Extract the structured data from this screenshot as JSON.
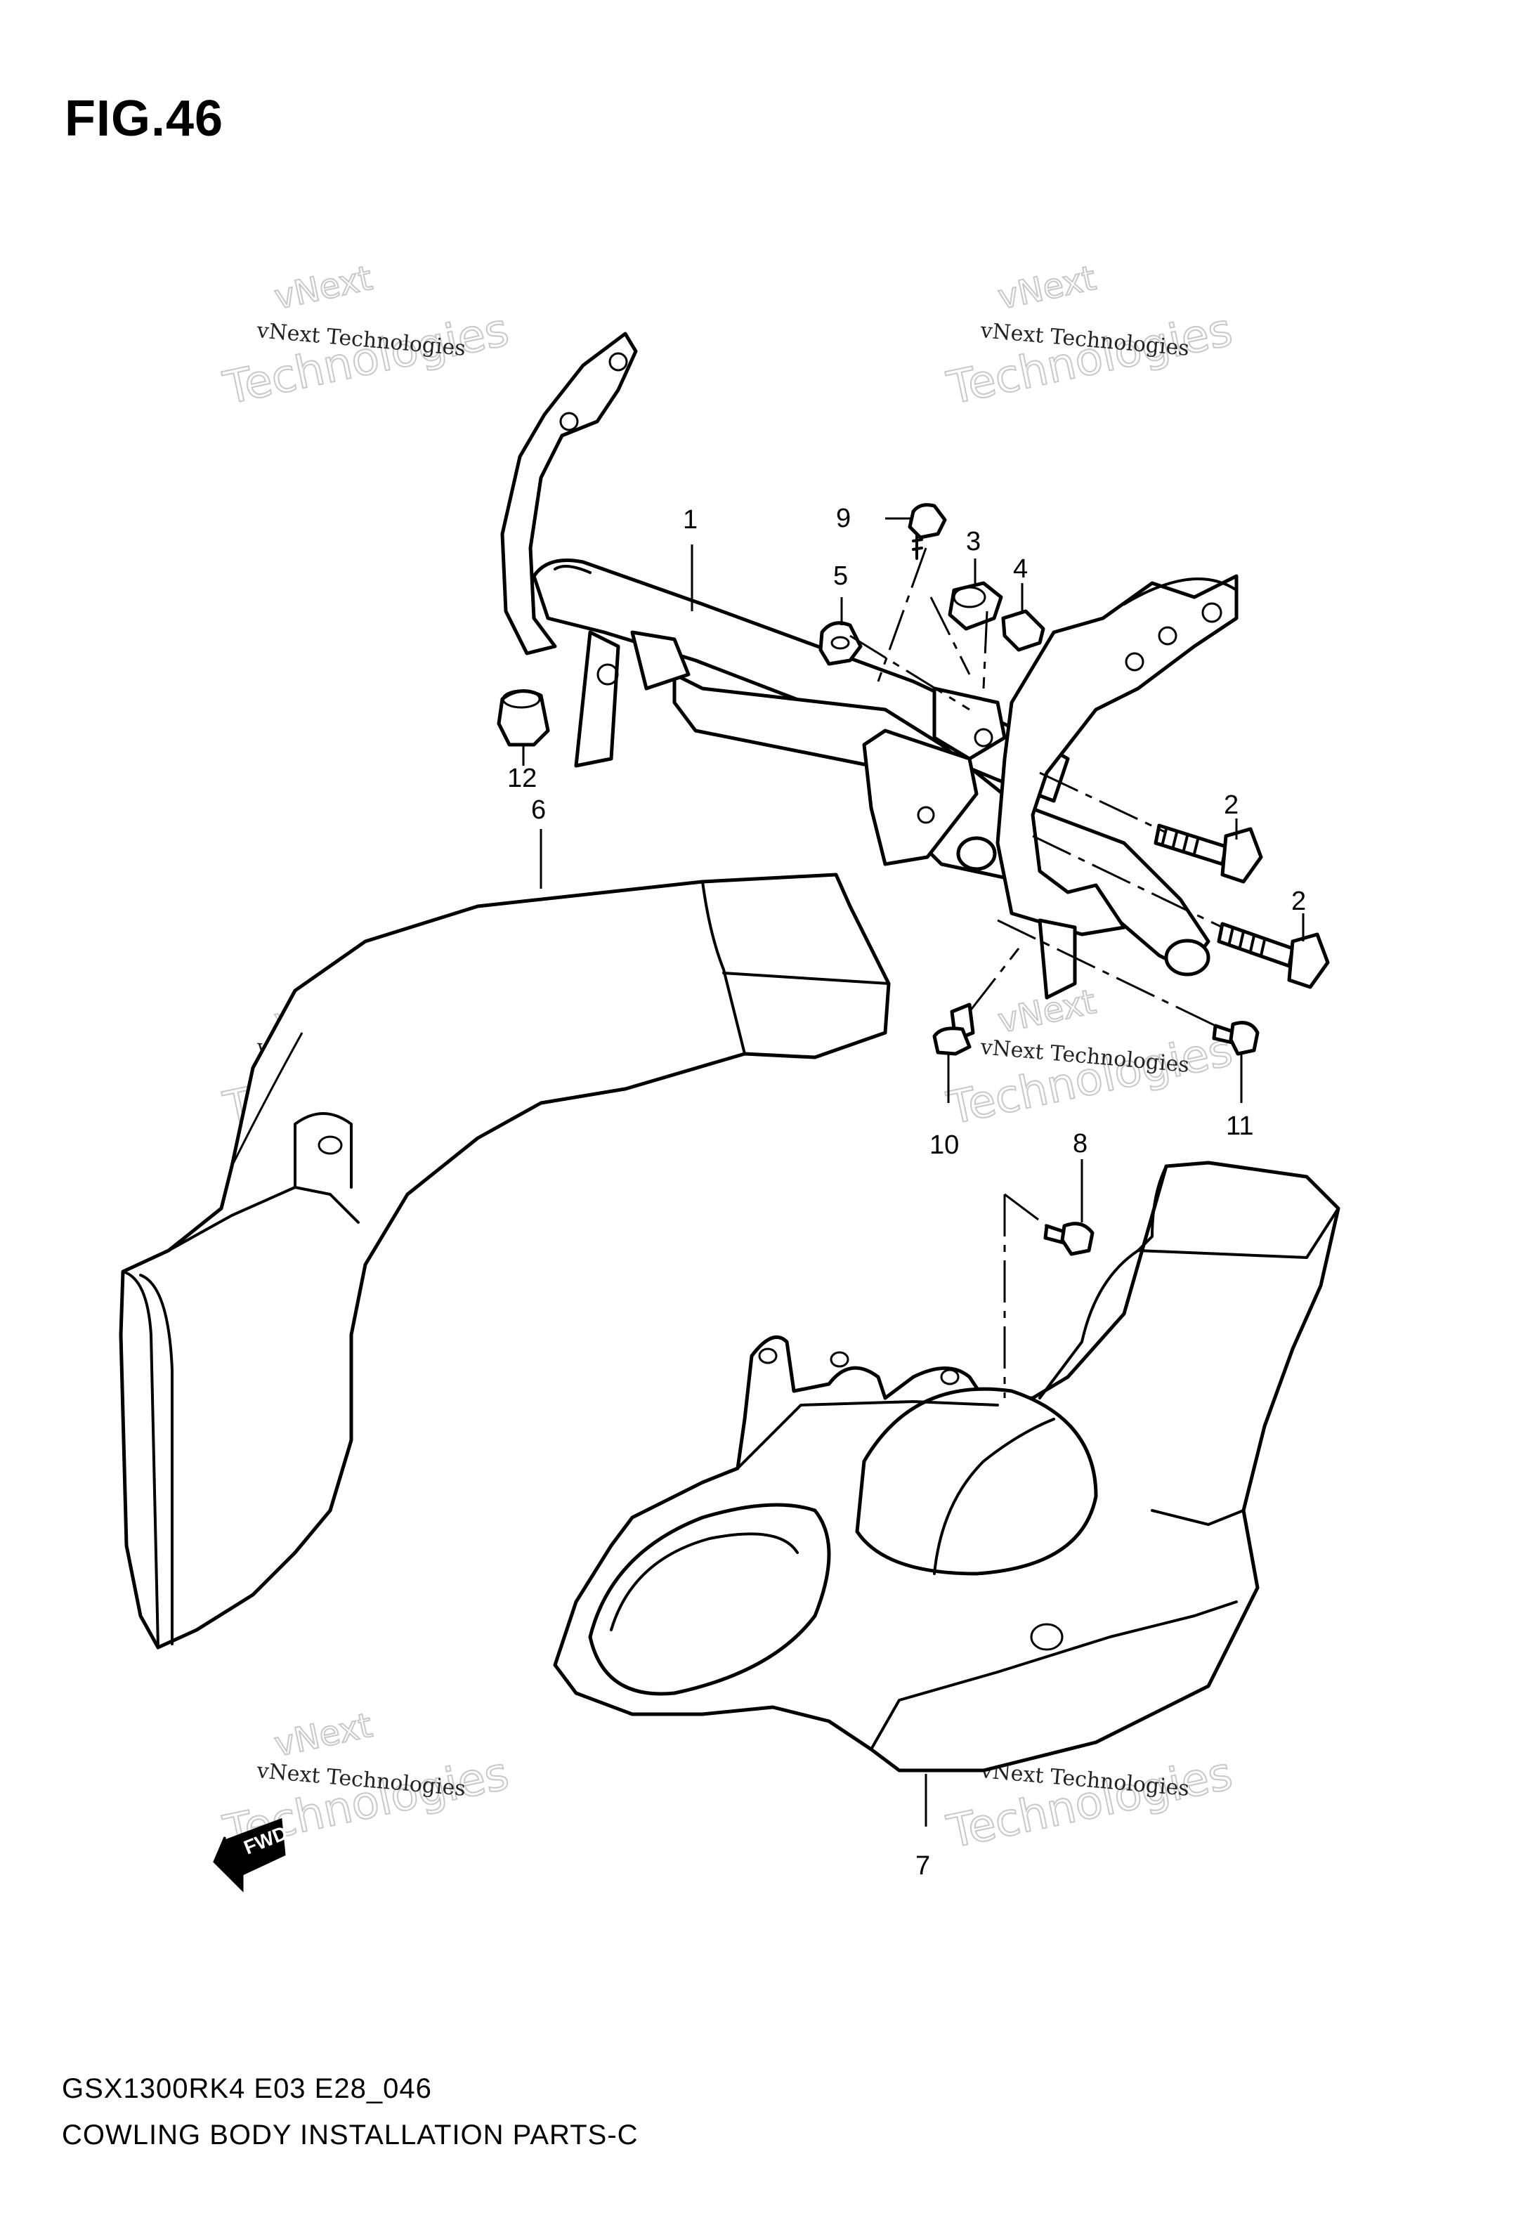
{
  "figure": {
    "title": "FIG.46"
  },
  "callouts": [
    "1",
    "2",
    "2",
    "3",
    "4",
    "5",
    "6",
    "7",
    "8",
    "9",
    "10",
    "11",
    "12"
  ],
  "watermark": {
    "line1": "vNext Technologies",
    "line2": "vNext",
    "line3": "Technologies"
  },
  "direction_marker": "FWD",
  "footer": {
    "code": "GSX1300RK4 E03 E28_046",
    "caption": "COWLING BODY INSTALLATION PARTS-C"
  }
}
